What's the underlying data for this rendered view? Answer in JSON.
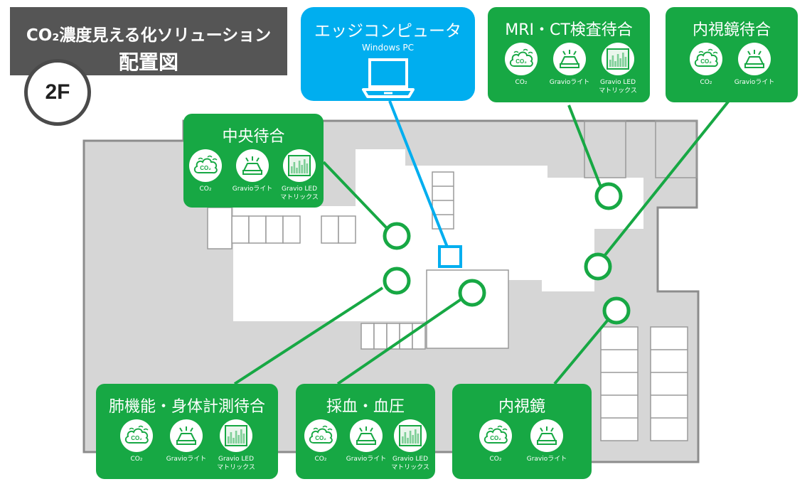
{
  "title": {
    "line1": "CO₂濃度見える化ソリューション",
    "line2": "配置図"
  },
  "floor": "2F",
  "edge": {
    "title": "エッジコンピュータ",
    "subtitle": "Windows PC"
  },
  "devices": {
    "co2": "CO₂",
    "light": "Gravioライト",
    "matrix": "Gravio LED\nマトリックス",
    "co2_glyph": "CO₂"
  },
  "zones": {
    "central": {
      "title": "中央待合"
    },
    "mri": {
      "title": "MRI・CT検査待合"
    },
    "endoscope_wait": {
      "title": "内視鏡待合"
    },
    "lung": {
      "title": "肺機能・身体計測待合"
    },
    "blood": {
      "title": "採血・血圧"
    },
    "endoscope": {
      "title": "内視鏡"
    }
  },
  "colors": {
    "zone_green": "#17a844",
    "edge_blue": "#00aeef",
    "banner_gray": "#555555",
    "plan_gray": "#d6d6d6",
    "floor_white": "#ffffff"
  },
  "icons": [
    "co2-cloud-icon",
    "gravio-light-icon",
    "led-matrix-icon",
    "laptop-icon"
  ]
}
